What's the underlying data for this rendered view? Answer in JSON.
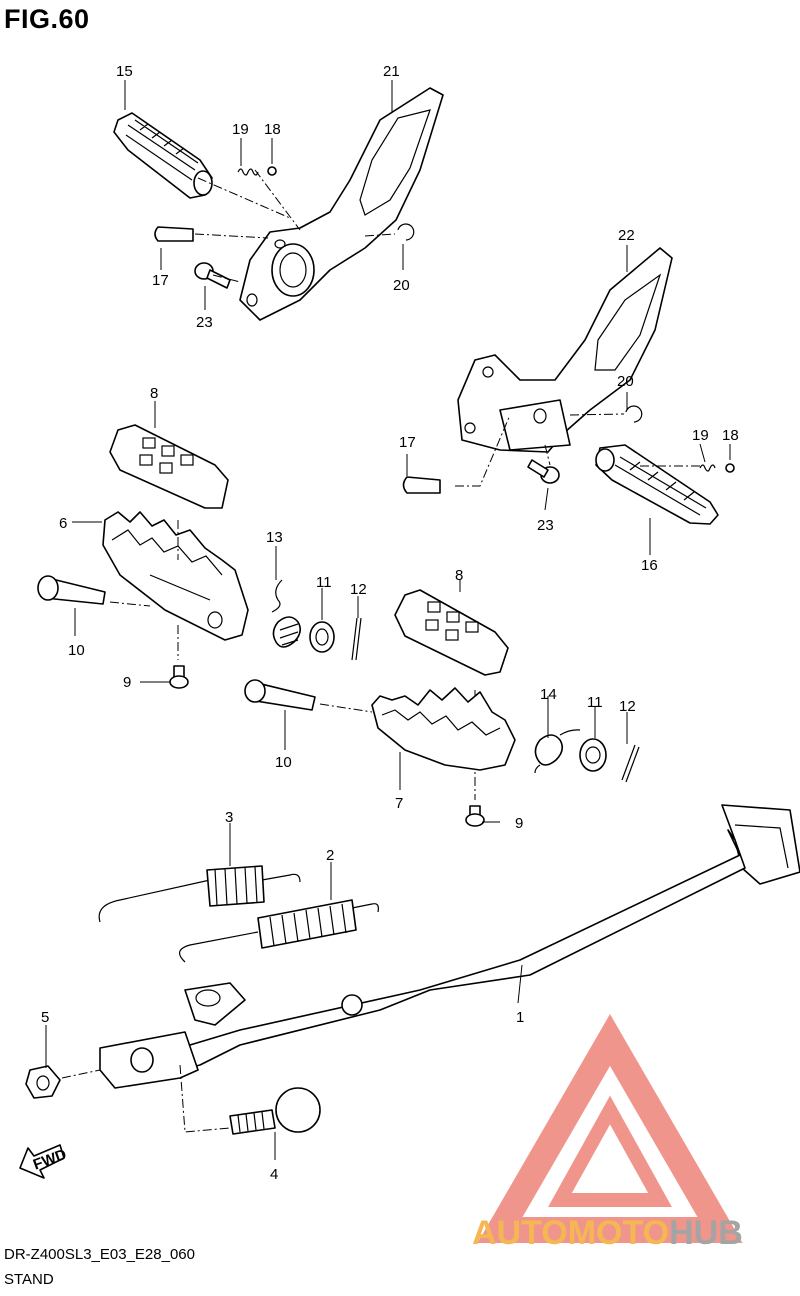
{
  "figure": {
    "title": "FIG.60",
    "model_code": "DR-Z400SL3_E03_E28_060",
    "section": "STAND"
  },
  "callouts": [
    "1",
    "2",
    "3",
    "4",
    "5",
    "6",
    "7",
    "8",
    "9",
    "10",
    "11",
    "12",
    "13",
    "14",
    "15",
    "16",
    "17",
    "18",
    "19",
    "20",
    "21",
    "22",
    "23"
  ],
  "fwd_label": "FWD",
  "watermark": {
    "word_part1": "AUTO",
    "word_part2": "MOTO",
    "word_part3": "HUB",
    "color_orange": "#f5b041",
    "color_red": "#ef8a80",
    "color_grey": "#9b9b9b"
  }
}
